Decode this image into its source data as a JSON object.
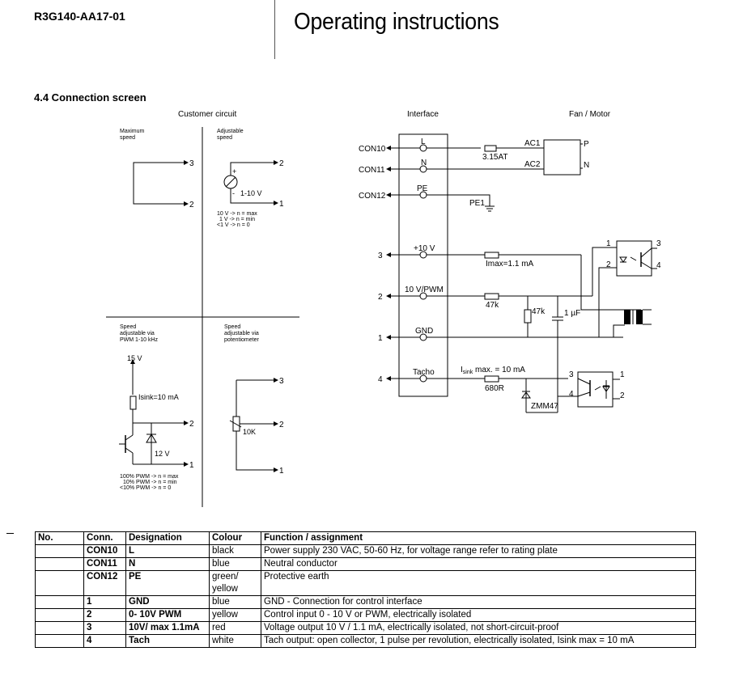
{
  "header": {
    "doc_id": "R3G140-AA17-01",
    "title": "Operating instructions"
  },
  "section": {
    "heading": "4.4 Connection screen"
  },
  "customer_circuit": {
    "title": "Customer circuit",
    "max_speed": {
      "label_line1": "Maximum",
      "label_line2": "speed",
      "pin_top": "3",
      "pin_bottom": "2"
    },
    "adjustable_speed": {
      "label_line1": "Adjustable",
      "label_line2": "speed",
      "pin_top": "2",
      "pin_bottom": "1",
      "plus": "+",
      "minus": "-",
      "voltage": "1-10 V",
      "notes": [
        "10 V -> n = max",
        "1 V -> n = min",
        "<1 V -> n = 0"
      ]
    },
    "pwm": {
      "label_line1": "Speed",
      "label_line2": "adjustable via",
      "label_line3": "PWM 1-10 kHz",
      "supply": "15 V",
      "isink": "Isink=10 mA",
      "zener": "12 V",
      "pin_mid": "2",
      "pin_bottom": "1",
      "notes": [
        "100% PWM -> n = max",
        "10% PWM -> n = min",
        "<10% PWM -> n = 0"
      ]
    },
    "potentiometer": {
      "label_line1": "Speed",
      "label_line2": "adjustable via",
      "label_line3": "potentiometer",
      "value": "10K",
      "pin_top": "3",
      "pin_mid": "2",
      "pin_bottom": "1"
    }
  },
  "interface": {
    "title": "Interface",
    "fan_motor_title": "Fan / Motor",
    "terminals": [
      {
        "ext": "CON10",
        "name": "L"
      },
      {
        "ext": "CON11",
        "name": "N"
      },
      {
        "ext": "CON12",
        "name": "PE"
      },
      {
        "ext": "3",
        "name": "+10 V"
      },
      {
        "ext": "2",
        "name": "10 V/PWM"
      },
      {
        "ext": "1",
        "name": "GND"
      },
      {
        "ext": "4",
        "name": "Tacho"
      }
    ],
    "fuse": "3.15AT",
    "ac1": "AC1",
    "ac2": "AC2",
    "p": "P",
    "n": "N",
    "pe1": "PE1",
    "imax": "Imax=1.1 mA",
    "r_series": "47k",
    "r_shunt": "47k",
    "cap": "1 µF",
    "isink_label": "I",
    "isink_sub": "sink",
    "isink_rest": " max. = 10 mA",
    "r_tacho": "680R",
    "zener": "ZMM47",
    "opto1_pins": [
      "1",
      "2",
      "3",
      "4"
    ],
    "opto2_pins": [
      "3",
      "4",
      "1",
      "2"
    ]
  },
  "table": {
    "headers": [
      "No.",
      "Conn.",
      "Designation",
      "Colour",
      "Function / assignment"
    ],
    "rows": [
      {
        "no": "",
        "conn": "CON10",
        "designation": "L",
        "colour": "black",
        "function": "Power supply 230 VAC, 50-60 Hz, for voltage range refer to rating plate"
      },
      {
        "no": "",
        "conn": "CON11",
        "designation": "N",
        "colour": "blue",
        "function": "Neutral conductor"
      },
      {
        "no": "",
        "conn": "CON12",
        "designation": "PE",
        "colour": "green/",
        "colour2": "yellow",
        "function": "Protective earth"
      },
      {
        "no": "",
        "conn": "1",
        "designation": "GND",
        "colour": "blue",
        "function": "GND - Connection for control interface"
      },
      {
        "no": "",
        "conn": "2",
        "designation": "0- 10V PWM",
        "colour": "yellow",
        "function": "Control input 0 - 10 V or PWM, electrically isolated"
      },
      {
        "no": "",
        "conn": "3",
        "designation": "10V/ max 1.1mA",
        "colour": "red",
        "function": "Voltage output 10 V / 1.1 mA, electrically isolated, not short-circuit-proof"
      },
      {
        "no": "",
        "conn": "4",
        "designation": "Tach",
        "colour": "white",
        "function": "Tach output: open collector, 1 pulse per revolution, electrically isolated, Isink max = 10 mA"
      }
    ]
  }
}
